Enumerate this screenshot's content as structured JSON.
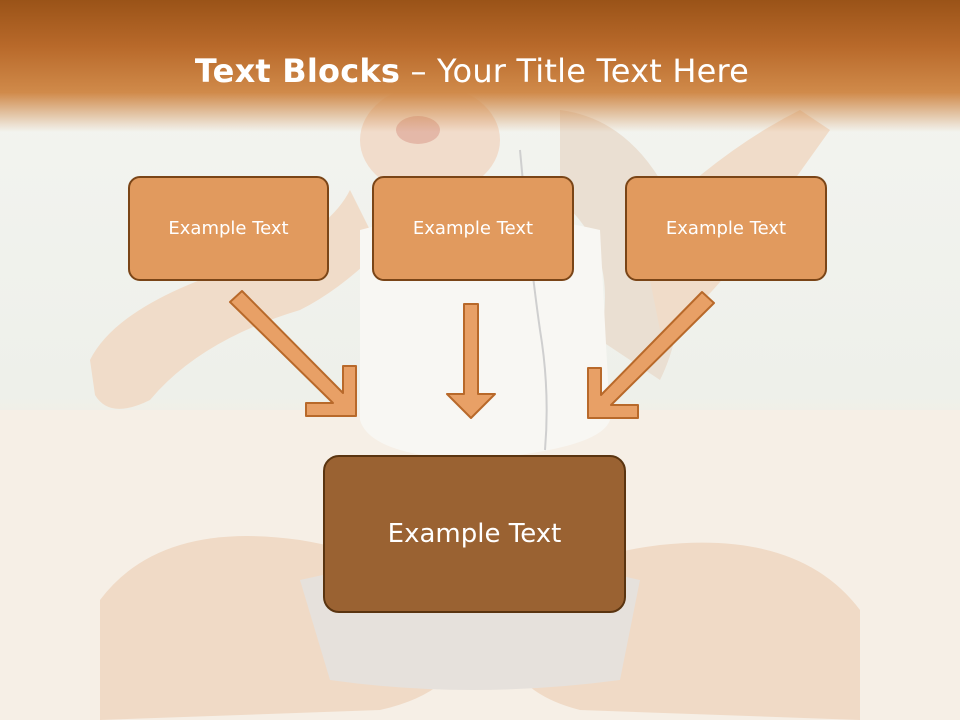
{
  "title": {
    "bold": "Text Blocks",
    "rest": " – Your Title Text Here"
  },
  "boxes": {
    "left": "Example Text",
    "middle": "Example Text",
    "right": "Example Text",
    "main": "Example Text"
  },
  "colors": {
    "title_bar": "#b8692a",
    "box_fill": "#e19a5e",
    "box_border": "#7a4517",
    "main_fill": "#9a6232",
    "arrow": "#e8a066"
  }
}
